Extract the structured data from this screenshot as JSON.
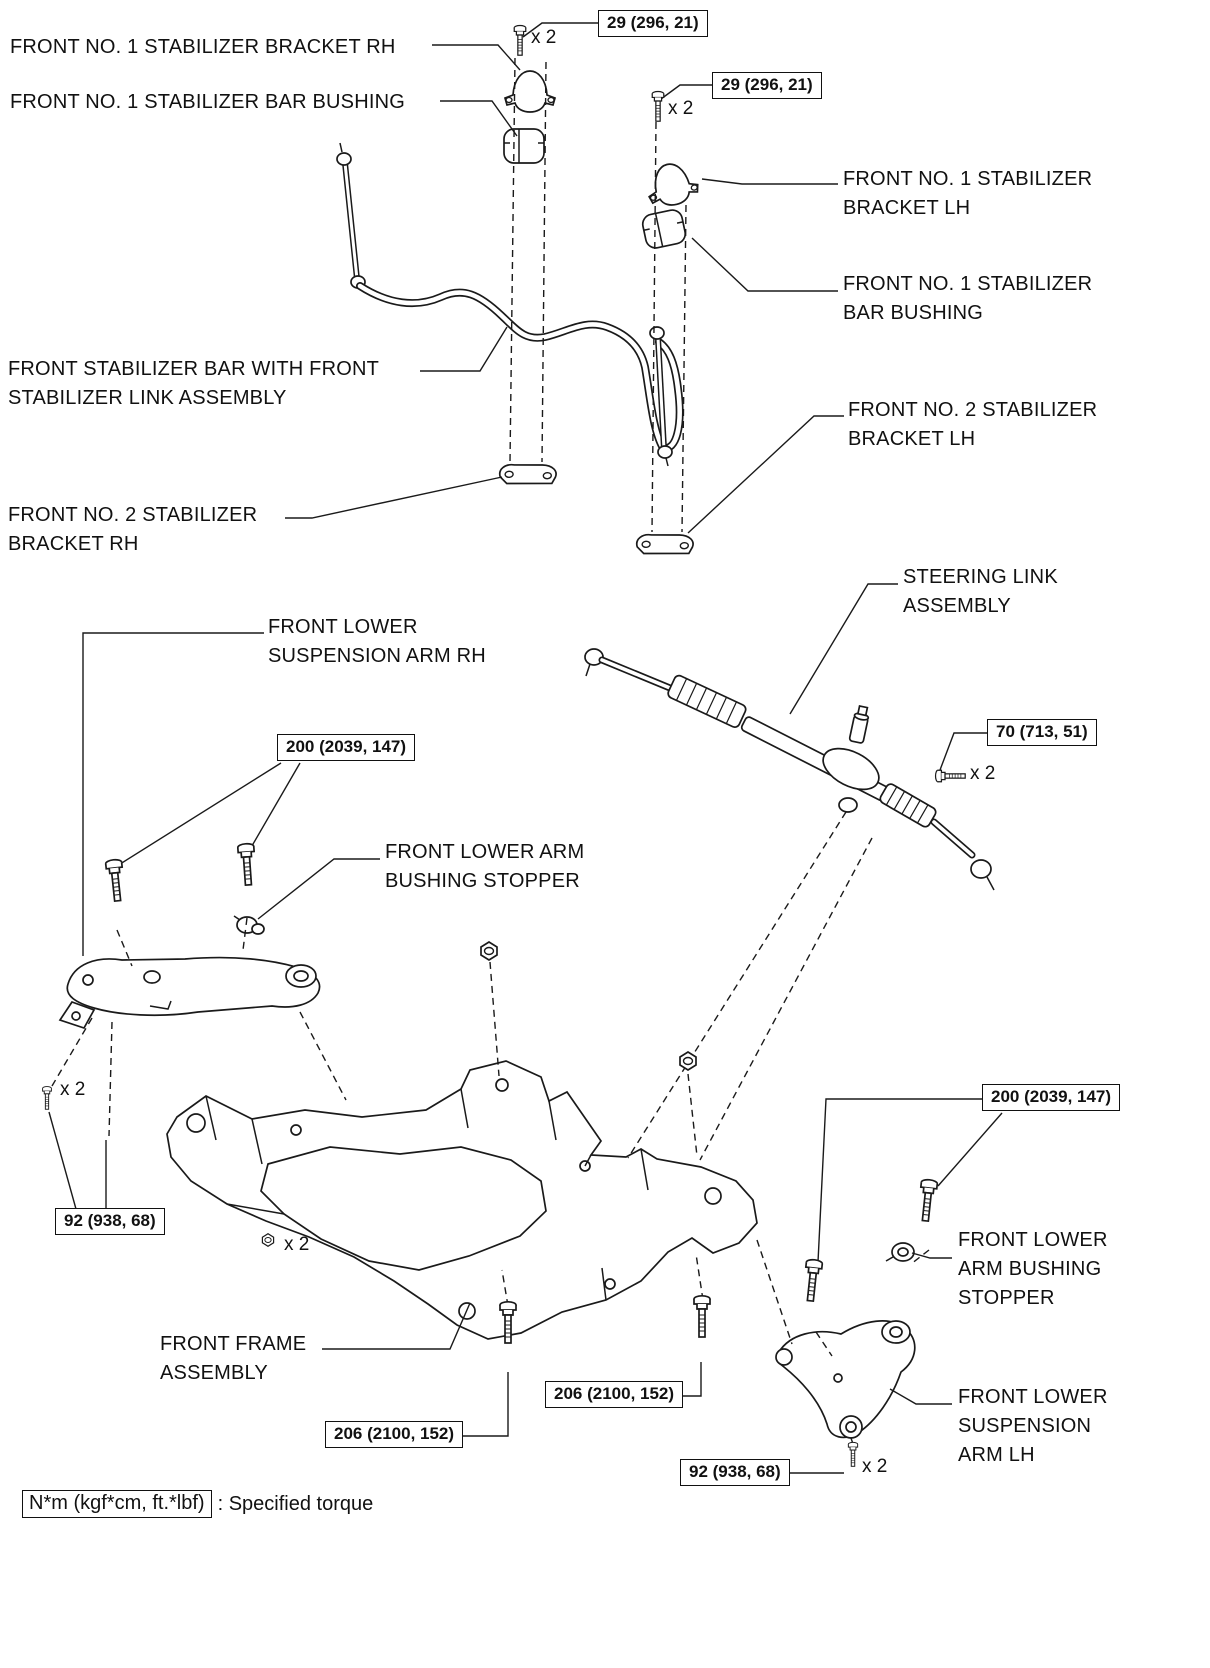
{
  "colors": {
    "ink": "#1a1a1a",
    "background": "#ffffff"
  },
  "labels": [
    {
      "text": "FRONT NO. 1 STABILIZER BRACKET RH"
    },
    {
      "text": "FRONT NO. 1 STABILIZER BAR BUSHING"
    },
    {
      "text": "FRONT STABILIZER BAR WITH FRONT\nSTABILIZER LINK ASSEMBLY"
    },
    {
      "text": "FRONT NO. 2 STABILIZER\nBRACKET RH"
    },
    {
      "text": "FRONT NO. 1 STABILIZER\nBRACKET LH"
    },
    {
      "text": "FRONT NO. 1 STABILIZER\nBAR BUSHING"
    },
    {
      "text": "FRONT NO. 2 STABILIZER\nBRACKET LH"
    },
    {
      "text": "STEERING LINK\nASSEMBLY"
    },
    {
      "text": "FRONT LOWER\nSUSPENSION ARM RH"
    },
    {
      "text": "FRONT LOWER ARM\nBUSHING STOPPER"
    },
    {
      "text": "FRONT FRAME\nASSEMBLY"
    },
    {
      "text": "FRONT LOWER\nARM BUSHING\nSTOPPER"
    },
    {
      "text": "FRONT LOWER\nSUSPENSION\nARM LH"
    }
  ],
  "torque_specs": [
    {
      "text": "29 (296, 21)"
    },
    {
      "text": "29 (296, 21)"
    },
    {
      "text": "70 (713, 51)"
    },
    {
      "text": "200 (2039, 147)"
    },
    {
      "text": "200 (2039, 147)"
    },
    {
      "text": "92 (938, 68)"
    },
    {
      "text": "206 (2100, 152)"
    },
    {
      "text": "206 (2100, 152)"
    },
    {
      "text": "92 (938, 68)"
    }
  ],
  "quantity_label": "x 2",
  "footer": {
    "unit_box": "N*m (kgf*cm, ft.*lbf)",
    "caption": ": Specified torque"
  }
}
